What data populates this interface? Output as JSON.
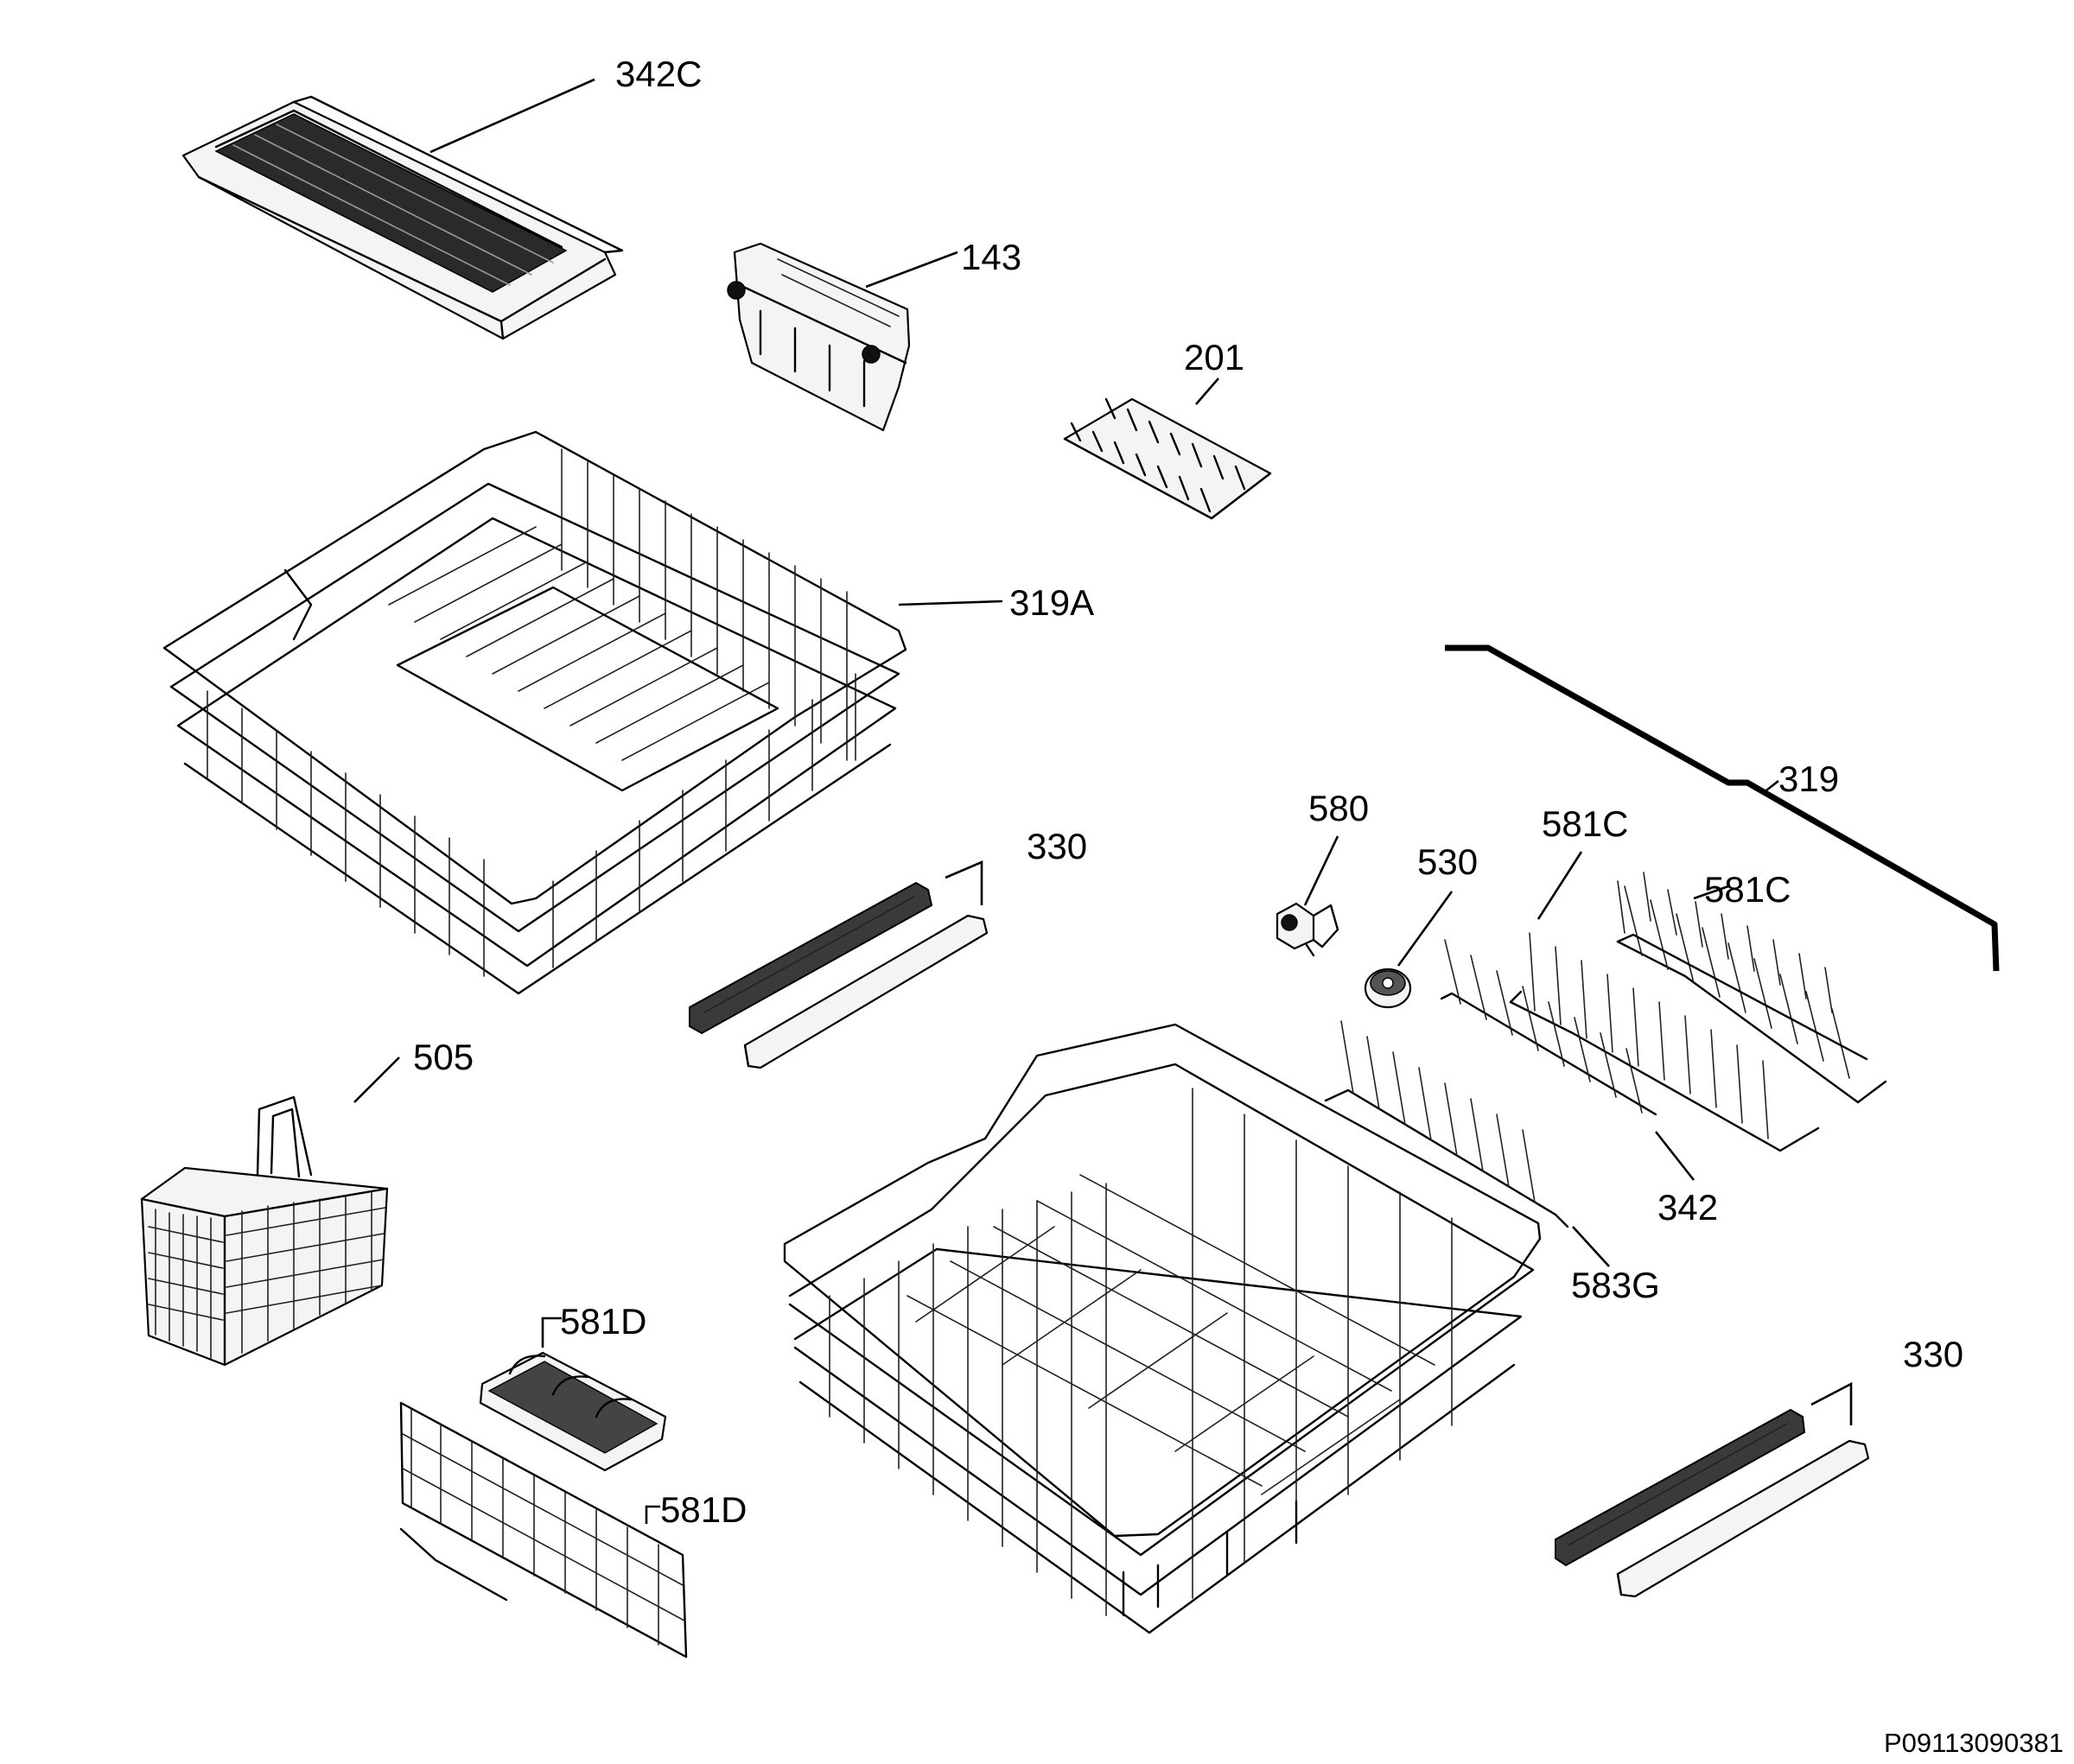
{
  "diagram": {
    "drawing_code": "P09113090381",
    "callouts": [
      {
        "id": "342C",
        "text": "342C"
      },
      {
        "id": "143",
        "text": "143"
      },
      {
        "id": "201",
        "text": "201"
      },
      {
        "id": "319A",
        "text": "319A"
      },
      {
        "id": "319",
        "text": "319"
      },
      {
        "id": "330_upper",
        "text": "330"
      },
      {
        "id": "580",
        "text": "580"
      },
      {
        "id": "530",
        "text": "530"
      },
      {
        "id": "581C_left",
        "text": "581C"
      },
      {
        "id": "581C_right",
        "text": "581C"
      },
      {
        "id": "342",
        "text": "342"
      },
      {
        "id": "583G",
        "text": "583G"
      },
      {
        "id": "505",
        "text": "505"
      },
      {
        "id": "581D_right",
        "text": "581D"
      },
      {
        "id": "581D_left",
        "text": "581D"
      },
      {
        "id": "330_lower",
        "text": "330"
      }
    ]
  }
}
